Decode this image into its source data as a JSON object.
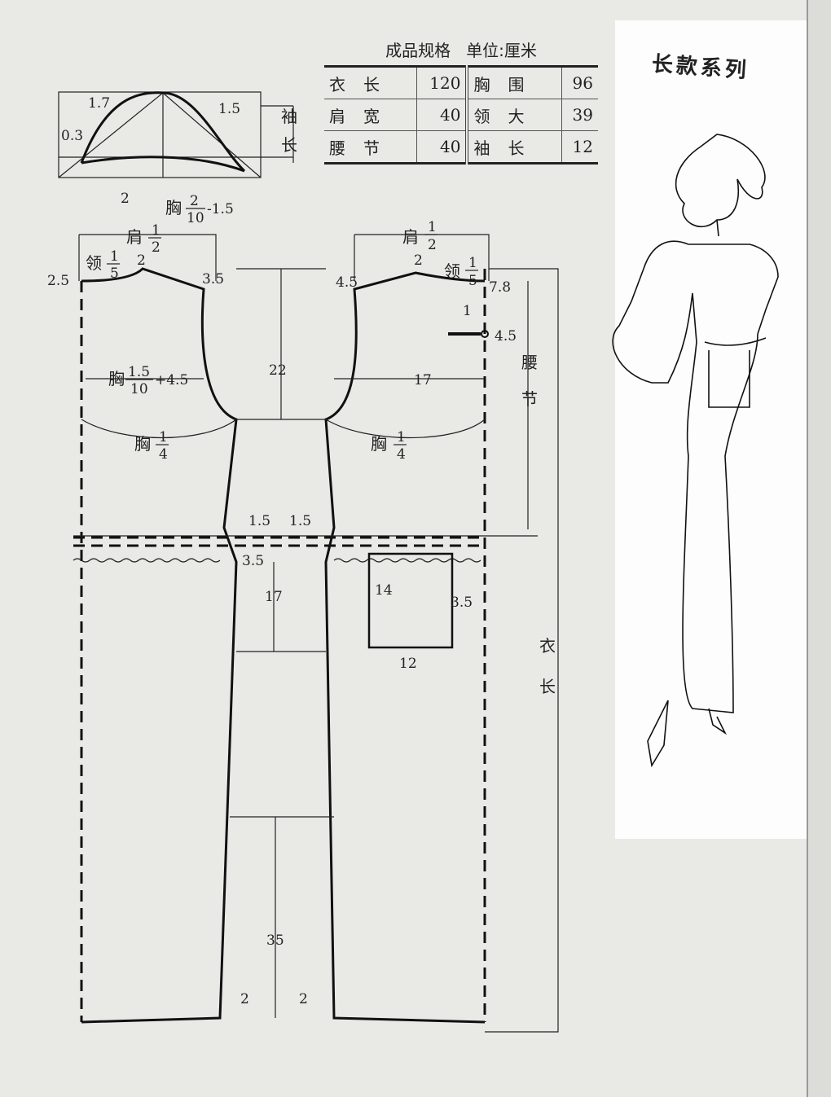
{
  "spec_table": {
    "title": "成品规格",
    "unit": "单位:厘米",
    "rows": [
      {
        "k1": "衣长",
        "v1": "120",
        "k2": "胸围",
        "v2": "96"
      },
      {
        "k1": "肩宽",
        "v1": "40",
        "k2": "领大",
        "v2": "39"
      },
      {
        "k1": "腰节",
        "v1": "40",
        "k2": "袖长",
        "v2": "12"
      }
    ]
  },
  "illustration": {
    "title": "长款系列"
  },
  "sleeve": {
    "l_17": "1.7",
    "l_15": "1.5",
    "l_03": "0.3",
    "l_2": "2",
    "l_chest": "胸",
    "l_num": "2",
    "l_den": "10",
    "l_minus": "-1.5",
    "l_len1": "袖",
    "l_len2": "长"
  },
  "back": {
    "shoulder": "肩",
    "sh_num": "1",
    "sh_den": "2",
    "collar": "领",
    "col_num": "1",
    "col_den": "5",
    "l_2": "2",
    "l_25": "2.5",
    "l_35": "3.5",
    "chest": "胸",
    "ch_num": "1.5",
    "ch_den": "10",
    "ch_plus": "+4.5",
    "ch2": "胸",
    "ch2_num": "1",
    "ch2_den": "4",
    "l_15": "1.5",
    "l_35b": "3.5",
    "hem2": "2"
  },
  "front": {
    "shoulder": "肩",
    "sh_num": "1",
    "sh_den": "2",
    "l_2": "2",
    "collar": "领",
    "col_num": "1",
    "col_den": "5",
    "l_45": "4.5",
    "l_78": "7.8",
    "l_1": "1",
    "l_45b": "4.5",
    "waist1": "腰",
    "waist2": "节",
    "l_17": "17",
    "ch2": "胸",
    "ch2_num": "1",
    "ch2_den": "4",
    "l_15": "1.5",
    "hem2": "2",
    "length1": "衣",
    "length2": "长"
  },
  "center": {
    "l_22": "22",
    "l_17": "17",
    "l_35": "35"
  },
  "pocket": {
    "height": "14",
    "width": "12",
    "offset": "3.5"
  }
}
